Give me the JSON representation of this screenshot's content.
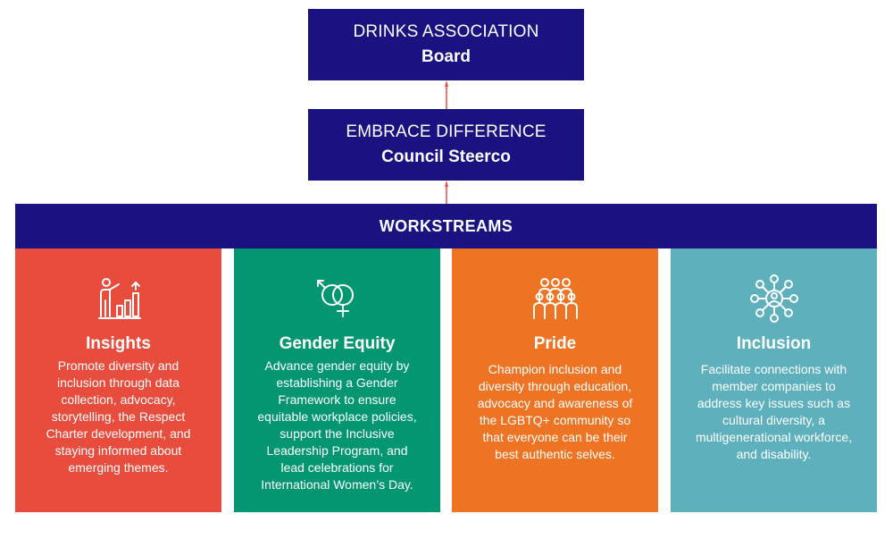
{
  "board": {
    "line1": "DRINKS ASSOCIATION",
    "line2": "Board"
  },
  "council": {
    "line1": "EMBRACE DIFFERENCE",
    "line2": "Council Steerco"
  },
  "workstreams": {
    "label": "WORKSTREAMS"
  },
  "colors": {
    "navy": "#1a1280",
    "arrow": "#e84c3d",
    "insights": "#e84c3d",
    "gender_equity": "#049670",
    "pride": "#ee7423",
    "inclusion": "#5eb0bd"
  },
  "cards": [
    {
      "icon": "presenter-chart-icon",
      "title": "Insights",
      "description": "Promote diversity and inclusion through data collection, advocacy, storytelling, the Respect Charter development, and staying informed about emerging themes."
    },
    {
      "icon": "gender-symbols-icon",
      "title": "Gender Equity",
      "description": "Advance gender equity by establishing a Gender Framework to ensure equitable workplace policies, support the Inclusive Leadership Program, and lead celebrations for International Women’s Day."
    },
    {
      "icon": "group-people-icon",
      "title": "Pride",
      "description": "Champion inclusion and diversity through education, advocacy and awareness of the LGBTQ+ community so that everyone can be their best authentic selves."
    },
    {
      "icon": "network-people-icon",
      "title": "Inclusion",
      "description": "Facilitate connections with member companies to address key issues such as cultural diversity, a multigenerational workforce, and disability."
    }
  ]
}
